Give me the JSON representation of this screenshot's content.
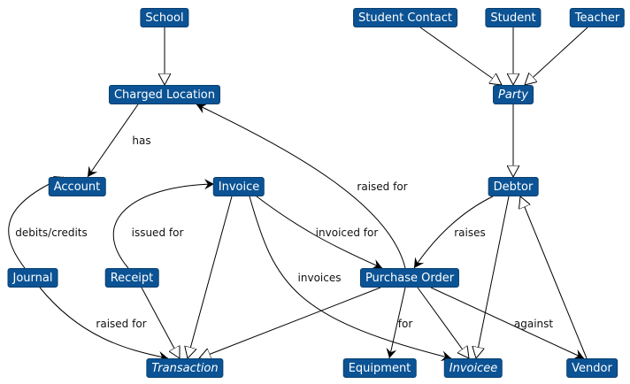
{
  "diagram": {
    "nodes": [
      {
        "id": "school",
        "label": "School",
        "abstract": false
      },
      {
        "id": "student_contact",
        "label": "Student Contact",
        "abstract": false
      },
      {
        "id": "student",
        "label": "Student",
        "abstract": false
      },
      {
        "id": "teacher",
        "label": "Teacher",
        "abstract": false
      },
      {
        "id": "charged_location",
        "label": "Charged Location",
        "abstract": false
      },
      {
        "id": "party",
        "label": "Party",
        "abstract": true
      },
      {
        "id": "account",
        "label": "Account",
        "abstract": false
      },
      {
        "id": "invoice",
        "label": "Invoice",
        "abstract": false
      },
      {
        "id": "debtor",
        "label": "Debtor",
        "abstract": false
      },
      {
        "id": "journal",
        "label": "Journal",
        "abstract": false
      },
      {
        "id": "receipt",
        "label": "Receipt",
        "abstract": false
      },
      {
        "id": "purchase_order",
        "label": "Purchase Order",
        "abstract": false
      },
      {
        "id": "transaction",
        "label": "Transaction",
        "abstract": true
      },
      {
        "id": "equipment",
        "label": "Equipment",
        "abstract": false
      },
      {
        "id": "invoicee",
        "label": "Invoicee",
        "abstract": true
      },
      {
        "id": "vendor",
        "label": "Vendor",
        "abstract": false
      }
    ],
    "edges": [
      {
        "from": "school",
        "to": "charged_location",
        "type": "inherits",
        "label": ""
      },
      {
        "from": "student_contact",
        "to": "party",
        "type": "inherits",
        "label": ""
      },
      {
        "from": "student",
        "to": "party",
        "type": "inherits",
        "label": ""
      },
      {
        "from": "teacher",
        "to": "party",
        "type": "inherits",
        "label": ""
      },
      {
        "from": "party",
        "to": "debtor",
        "type": "inherits",
        "label": ""
      },
      {
        "from": "charged_location",
        "to": "account",
        "type": "association",
        "label": "has"
      },
      {
        "from": "purchase_order",
        "to": "charged_location",
        "type": "association",
        "label": "raised for"
      },
      {
        "from": "journal",
        "to": "account",
        "type": "association",
        "label": "debits/credits"
      },
      {
        "from": "receipt",
        "to": "invoice",
        "type": "association",
        "label": "issued for"
      },
      {
        "from": "invoice",
        "to": "purchase_order",
        "type": "association",
        "label": "invoiced for"
      },
      {
        "from": "invoice",
        "to": "invoicee",
        "type": "association",
        "label": "invoices"
      },
      {
        "from": "debtor",
        "to": "purchase_order",
        "type": "association",
        "label": "raises"
      },
      {
        "from": "journal",
        "to": "transaction",
        "type": "association",
        "label": "raised for"
      },
      {
        "from": "receipt",
        "to": "transaction",
        "type": "inherits",
        "label": ""
      },
      {
        "from": "invoice",
        "to": "transaction",
        "type": "inherits",
        "label": ""
      },
      {
        "from": "purchase_order",
        "to": "transaction",
        "type": "inherits",
        "label": ""
      },
      {
        "from": "purchase_order",
        "to": "equipment",
        "type": "association",
        "label": "for"
      },
      {
        "from": "purchase_order",
        "to": "invoicee",
        "type": "inherits",
        "label": ""
      },
      {
        "from": "debtor",
        "to": "invoicee",
        "type": "inherits",
        "label": ""
      },
      {
        "from": "purchase_order",
        "to": "vendor",
        "type": "association",
        "label": "against"
      },
      {
        "from": "vendor",
        "to": "debtor",
        "type": "inherits",
        "label": ""
      }
    ]
  }
}
